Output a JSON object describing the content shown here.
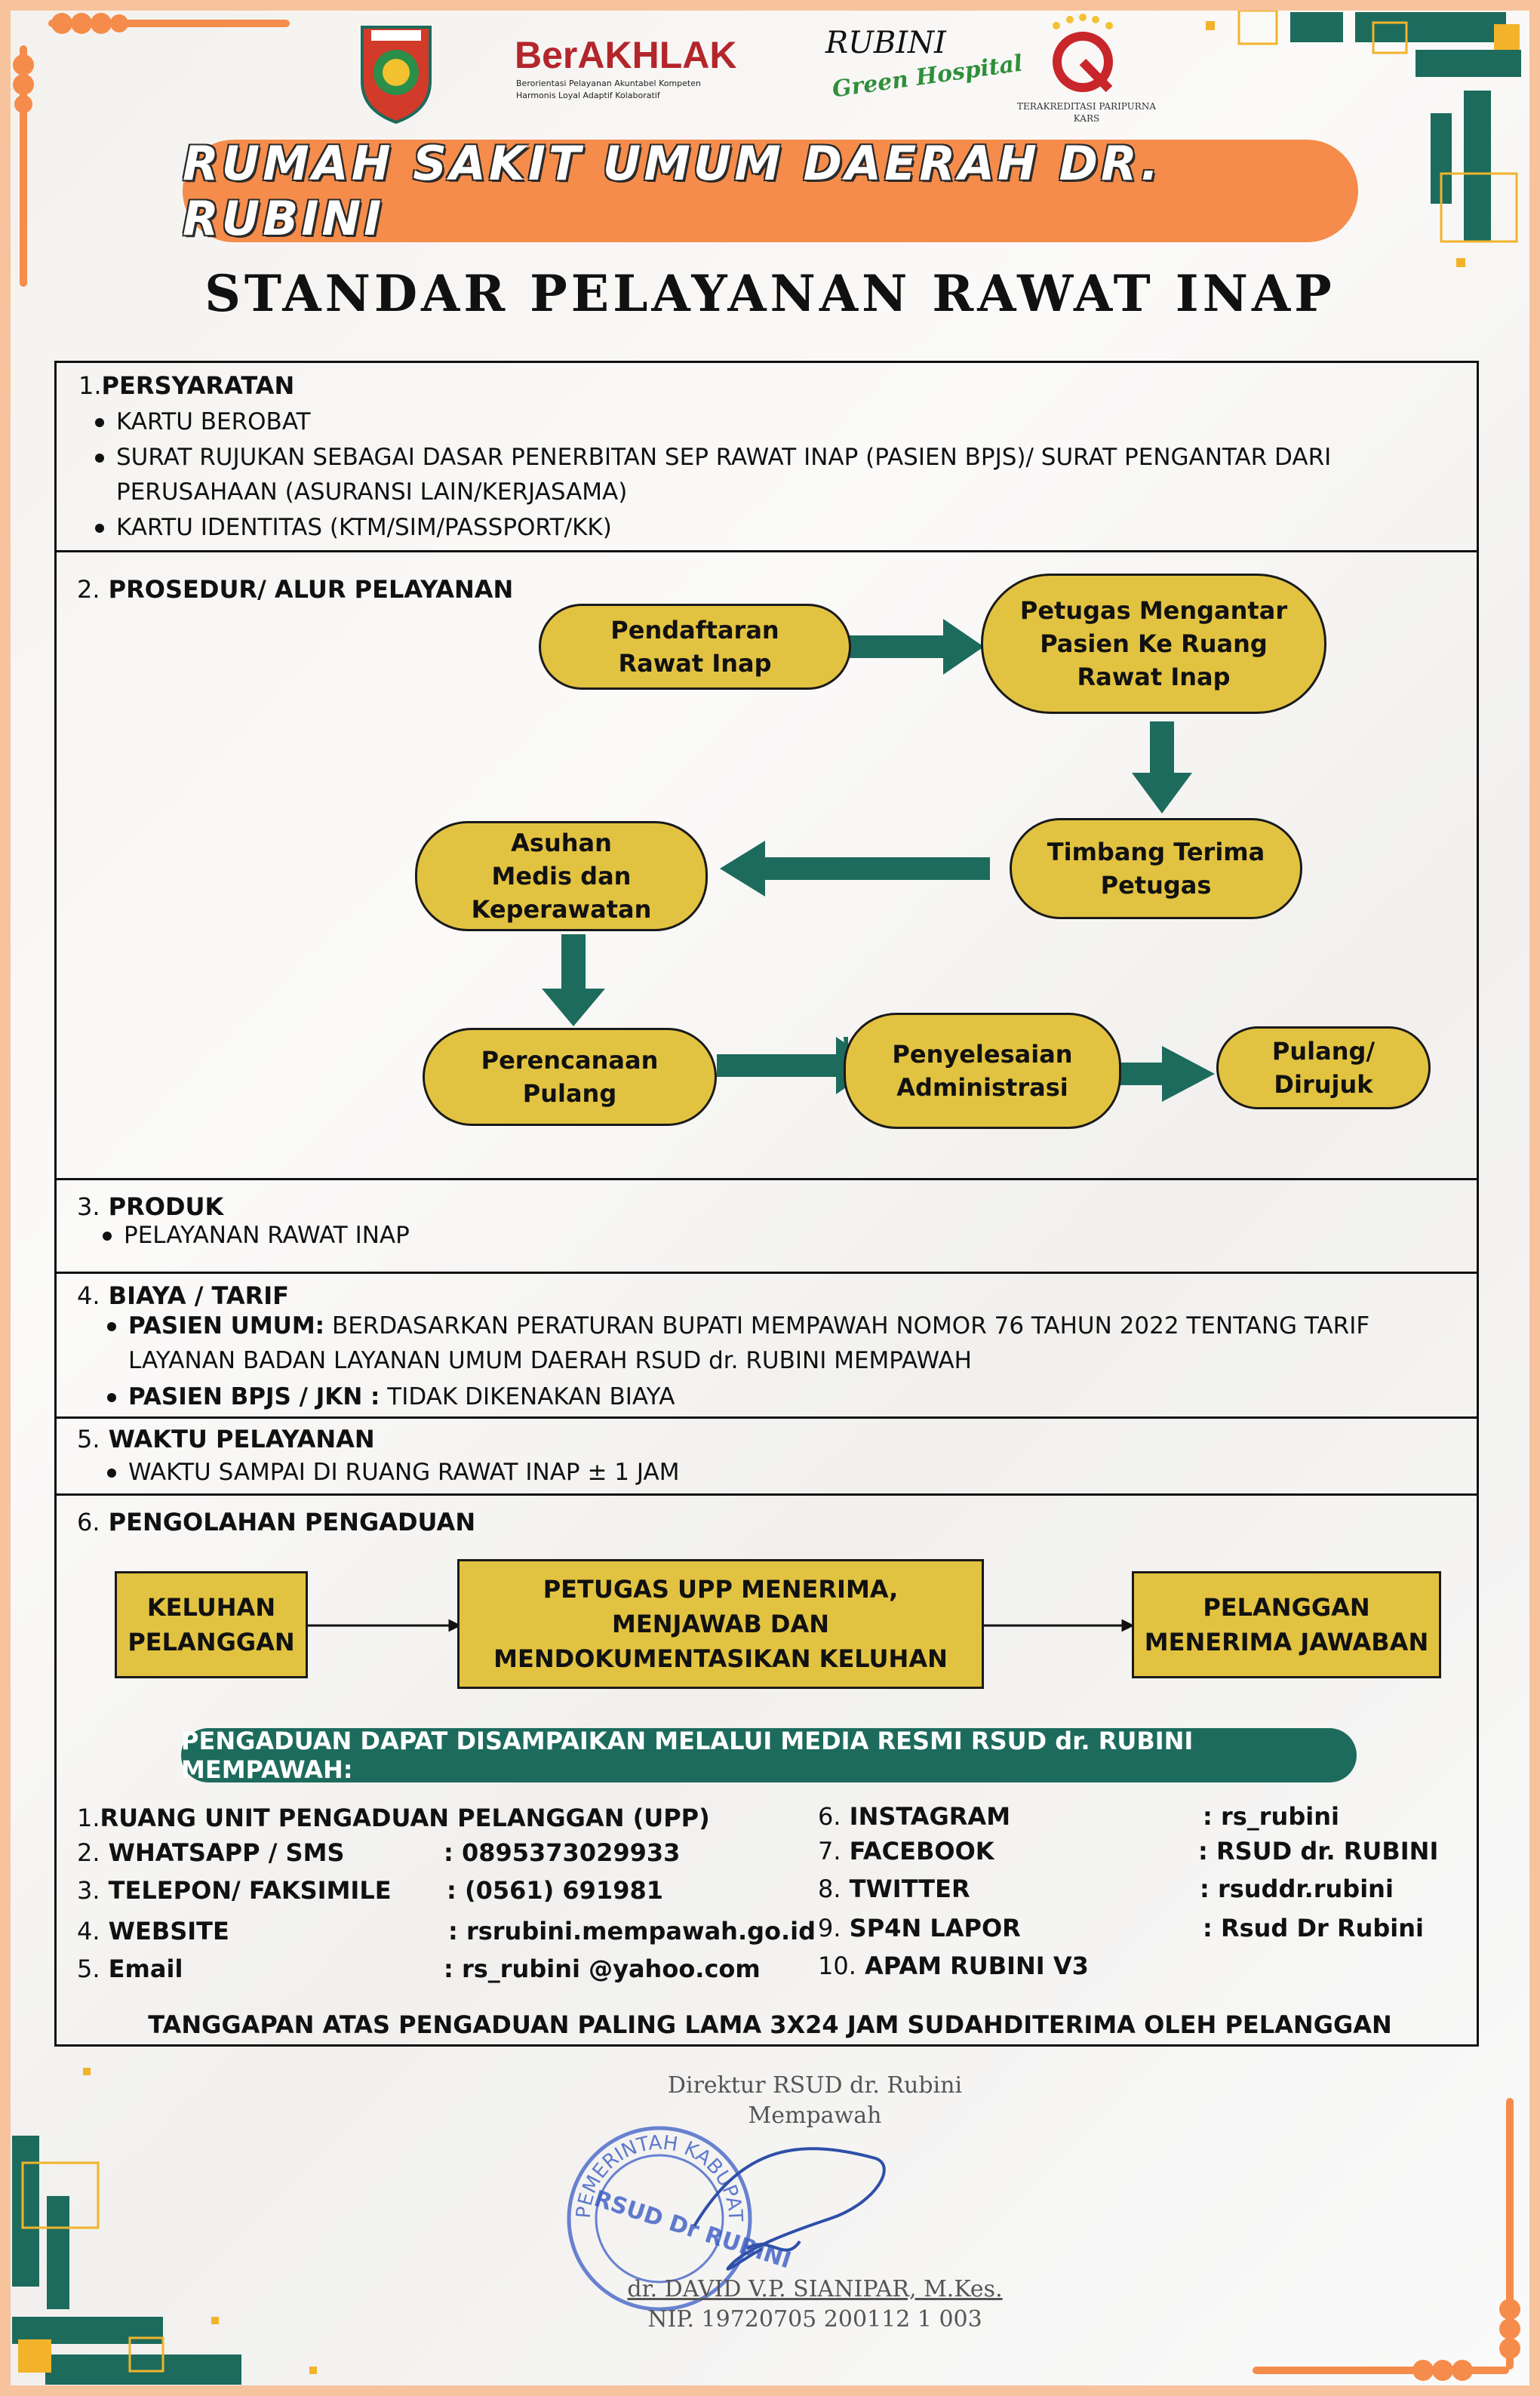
{
  "logos": {
    "berakhlak": "BerAKHLAK",
    "berakhlak_line1": "Berorientasi Pelayanan Akuntabel Kompeten",
    "berakhlak_line2": "Harmonis Loyal Adaptif Kolaboratif",
    "rubini_top": "RUBINI",
    "rubini_script": "Green Hospital",
    "kars_line1": "TERAKREDITASI PARIPURNA",
    "kars_line2": "KARS"
  },
  "hospital_name": "RUMAH SAKIT UMUM DAERAH DR. RUBINI",
  "title": "STANDAR PELAYANAN RAWAT INAP",
  "s1": {
    "num": "1.",
    "heading": "PERSYARATAN",
    "items": [
      "KARTU BEROBAT",
      "SURAT RUJUKAN SEBAGAI DASAR PENERBITAN SEP RAWAT INAP (PASIEN BPJS)/ SURAT PENGANTAR DARI",
      "PERUSAHAAN (ASURANSI LAIN/KERJASAMA)",
      "KARTU IDENTITAS (KTM/SIM/PASSPORT/KK)"
    ]
  },
  "s2": {
    "num": "2.",
    "heading": "PROSEDUR/ ALUR PELAYANAN",
    "flow": [
      "Pendaftaran\nRawat Inap",
      "Petugas Mengantar\nPasien Ke Ruang\nRawat Inap",
      "Timbang Terima\nPetugas",
      "Asuhan\nMedis dan\nKeperawatan",
      "Perencanaan\nPulang",
      "Penyelesaian\nAdministrasi",
      "Pulang/\nDirujuk"
    ]
  },
  "s3": {
    "num": "3.",
    "heading": "PRODUK",
    "items": [
      "PELAYANAN RAWAT INAP"
    ]
  },
  "s4": {
    "num": "4.",
    "heading": "BIAYA / TARIF",
    "umum_label": "PASIEN UMUM:",
    "umum_text1": " BERDASARKAN PERATURAN BUPATI MEMPAWAH NOMOR 76 TAHUN 2022 TENTANG TARIF",
    "umum_text2": "LAYANAN BADAN LAYANAN UMUM DAERAH RSUD dr. RUBINI MEMPAWAH",
    "bpjs_label": "PASIEN BPJS / JKN :",
    "bpjs_text": " TIDAK DIKENAKAN BIAYA"
  },
  "s5": {
    "num": "5.",
    "heading": "WAKTU PELAYANAN",
    "items": [
      "WAKTU SAMPAI DI RUANG RAWAT INAP ± 1 JAM"
    ]
  },
  "s6": {
    "num": "6.",
    "heading": "PENGOLAHAN PENGADUAN",
    "flow": [
      "KELUHAN\nPELANGGAN",
      "PETUGAS UPP MENERIMA,\nMENJAWAB DAN\nMENDOKUMENTASIKAN KELUHAN",
      "PELANGGAN\nMENERIMA JAWABAN"
    ],
    "media_title": "PENGADUAN DAPAT DISAMPAIKAN MELALUI MEDIA RESMI RSUD dr. RUBINI MEMPAWAH:",
    "left": [
      {
        "n": "1.",
        "label": "RUANG UNIT PENGADUAN PELANGGAN (UPP)",
        "value": ""
      },
      {
        "n": "2.",
        "label": "WHATSAPP / SMS",
        "value": ": 0895373029933"
      },
      {
        "n": "3.",
        "label": "TELEPON/ FAKSIMILE",
        "value": ": (0561) 691981"
      },
      {
        "n": "4.",
        "label": "WEBSITE",
        "value": ": rsrubini.mempawah.go.id"
      },
      {
        "n": "5.",
        "label": "Email",
        "value": ": rs_rubini @yahoo.com"
      }
    ],
    "right": [
      {
        "n": "6.",
        "label": "INSTAGRAM",
        "value": ": rs_rubini"
      },
      {
        "n": "7.",
        "label": "FACEBOOK",
        "value": ": RSUD dr. RUBINI"
      },
      {
        "n": "8.",
        "label": "TWITTER",
        "value": ": rsuddr.rubini"
      },
      {
        "n": "9.",
        "label": "SP4N LAPOR",
        "value": ": Rsud Dr Rubini"
      },
      {
        "n": "10.",
        "label": "APAM RUBINI V3",
        "value": ""
      }
    ],
    "footer": "TANGGAPAN ATAS PENGADUAN PALING LAMA 3X24 JAM SUDAHDITERIMA OLEH PELANGGAN"
  },
  "signature": {
    "line1": "Direktur RSUD dr. Rubini",
    "line2": "Mempawah",
    "name": "dr. DAVID V.P. SIANIPAR, M.Kes.",
    "nip": "NIP. 19720705 200112 1 003",
    "stamp_outer": "PEMERINTAH KABUPATEN MEMPAWAH",
    "stamp_inner": "RSUD Dr RUBINI"
  },
  "colors": {
    "orange": "#f58c4b",
    "yellow": "#e2c341",
    "green": "#1d6b5d",
    "frame": "#f7c39c",
    "gold": "#f2b32a"
  }
}
